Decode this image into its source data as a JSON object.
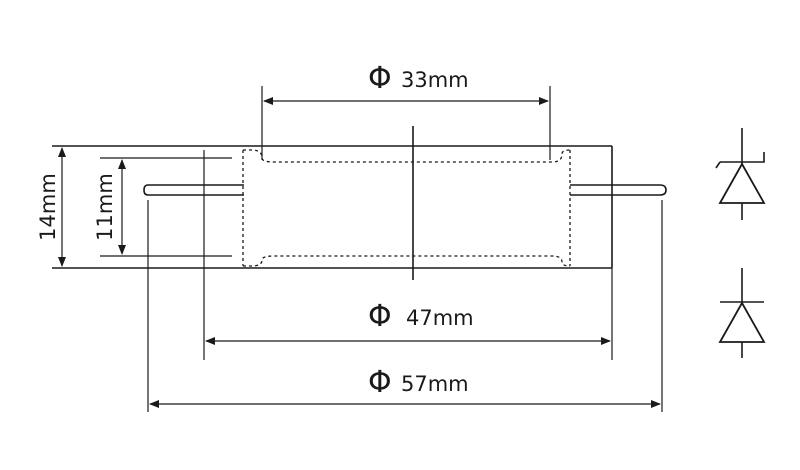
{
  "dimensions": {
    "top_diameter": {
      "symbol": "Φ",
      "value": "33mm"
    },
    "middle_diameter": {
      "symbol": "Φ",
      "value": "47mm"
    },
    "bottom_diameter": {
      "symbol": "Φ",
      "value": "57mm"
    },
    "outer_height": "14mm",
    "inner_height": "11mm"
  },
  "symbols": [
    "zener-diode-icon",
    "diode-icon"
  ],
  "colors": {
    "stroke": "#1a1a1a",
    "background": "#ffffff"
  }
}
